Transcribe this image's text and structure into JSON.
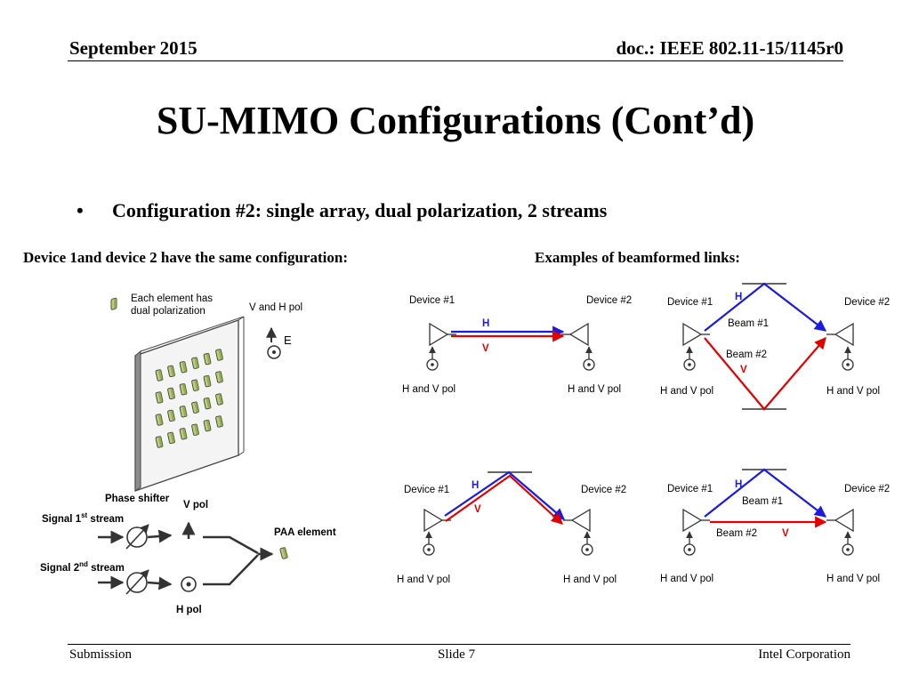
{
  "header": {
    "date": "September 2015",
    "doc": "doc.: IEEE 802.11-15/1145r0"
  },
  "title": "SU-MIMO Configurations (Cont’d)",
  "bullet": {
    "marker": "•",
    "text": "Configuration #2: single array, dual polarization, 2 streams"
  },
  "left_heading": "Device 1and device 2 have the same  configuration:",
  "right_heading": "Examples of beamformed links:",
  "array": {
    "element_note_line1": "Each element has",
    "element_note_line2": "dual polarization",
    "pol_label": "V and H pol",
    "e_label": "E"
  },
  "phase": {
    "phase_shifter": "Phase shifter",
    "v_pol": "V pol",
    "signal1_pre": "Signal 1",
    "signal1_sup": "st",
    "signal1_post": " stream",
    "signal2_pre": "Signal 2",
    "signal2_sup": "nd",
    "signal2_post": " stream",
    "paa_element": "PAA element",
    "h_pol": "H pol"
  },
  "examples": {
    "device1": "Device #1",
    "device2": "Device #2",
    "pol": "H and V pol",
    "h": "H",
    "v": "V",
    "beam1": "Beam #1",
    "beam2": "Beam #2"
  },
  "footer": {
    "left": "Submission",
    "center": "Slide 7",
    "right": "Intel Corporation"
  },
  "colors": {
    "h_beam": "#1a1ae0",
    "v_beam": "#e00000",
    "element": "#b9cf7c"
  }
}
